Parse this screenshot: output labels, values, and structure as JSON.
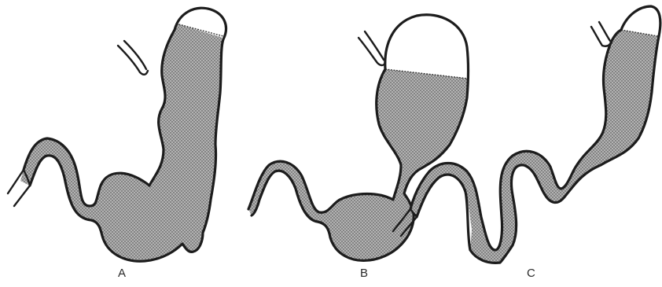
{
  "panels": [
    {
      "label": "A"
    },
    {
      "label": "B"
    },
    {
      "label": "C"
    }
  ],
  "colors": {
    "outline": "#1c1c1c",
    "stipple_fill": "#a9a9a9",
    "air": "#ffffff"
  },
  "icons": {
    "fill_pattern": "stipple-dots"
  }
}
